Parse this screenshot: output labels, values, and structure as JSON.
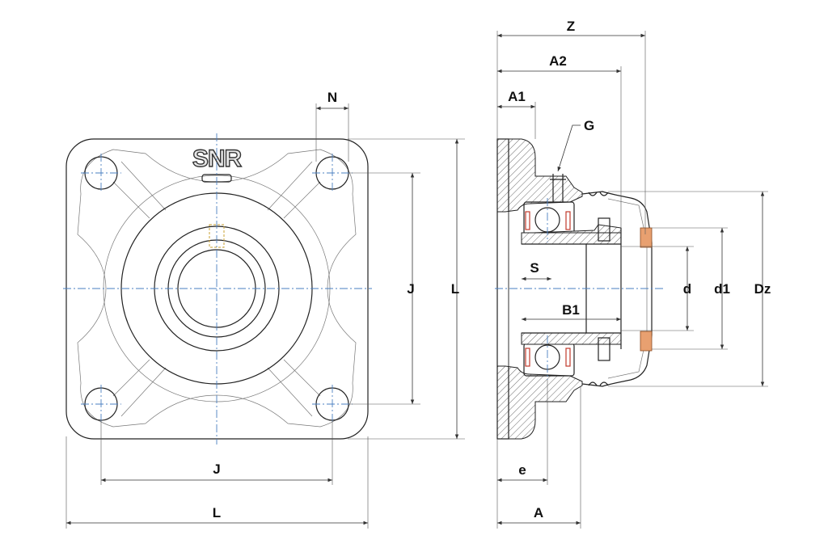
{
  "brand": "SNR",
  "front_view": {
    "labels": {
      "n": "N",
      "j_vertical": "J",
      "l_vertical": "L",
      "j_horizontal": "J",
      "l_horizontal": "L"
    }
  },
  "side_view": {
    "labels": {
      "z": "Z",
      "a2": "A2",
      "a1": "A1",
      "g": "G",
      "s": "S",
      "b1": "B1",
      "d": "d",
      "d1": "d1",
      "dz": "Dz",
      "e": "e",
      "a": "A"
    }
  },
  "colors": {
    "axis": "#4a7fc1",
    "seal": "#e8a070",
    "line": "#222222"
  }
}
